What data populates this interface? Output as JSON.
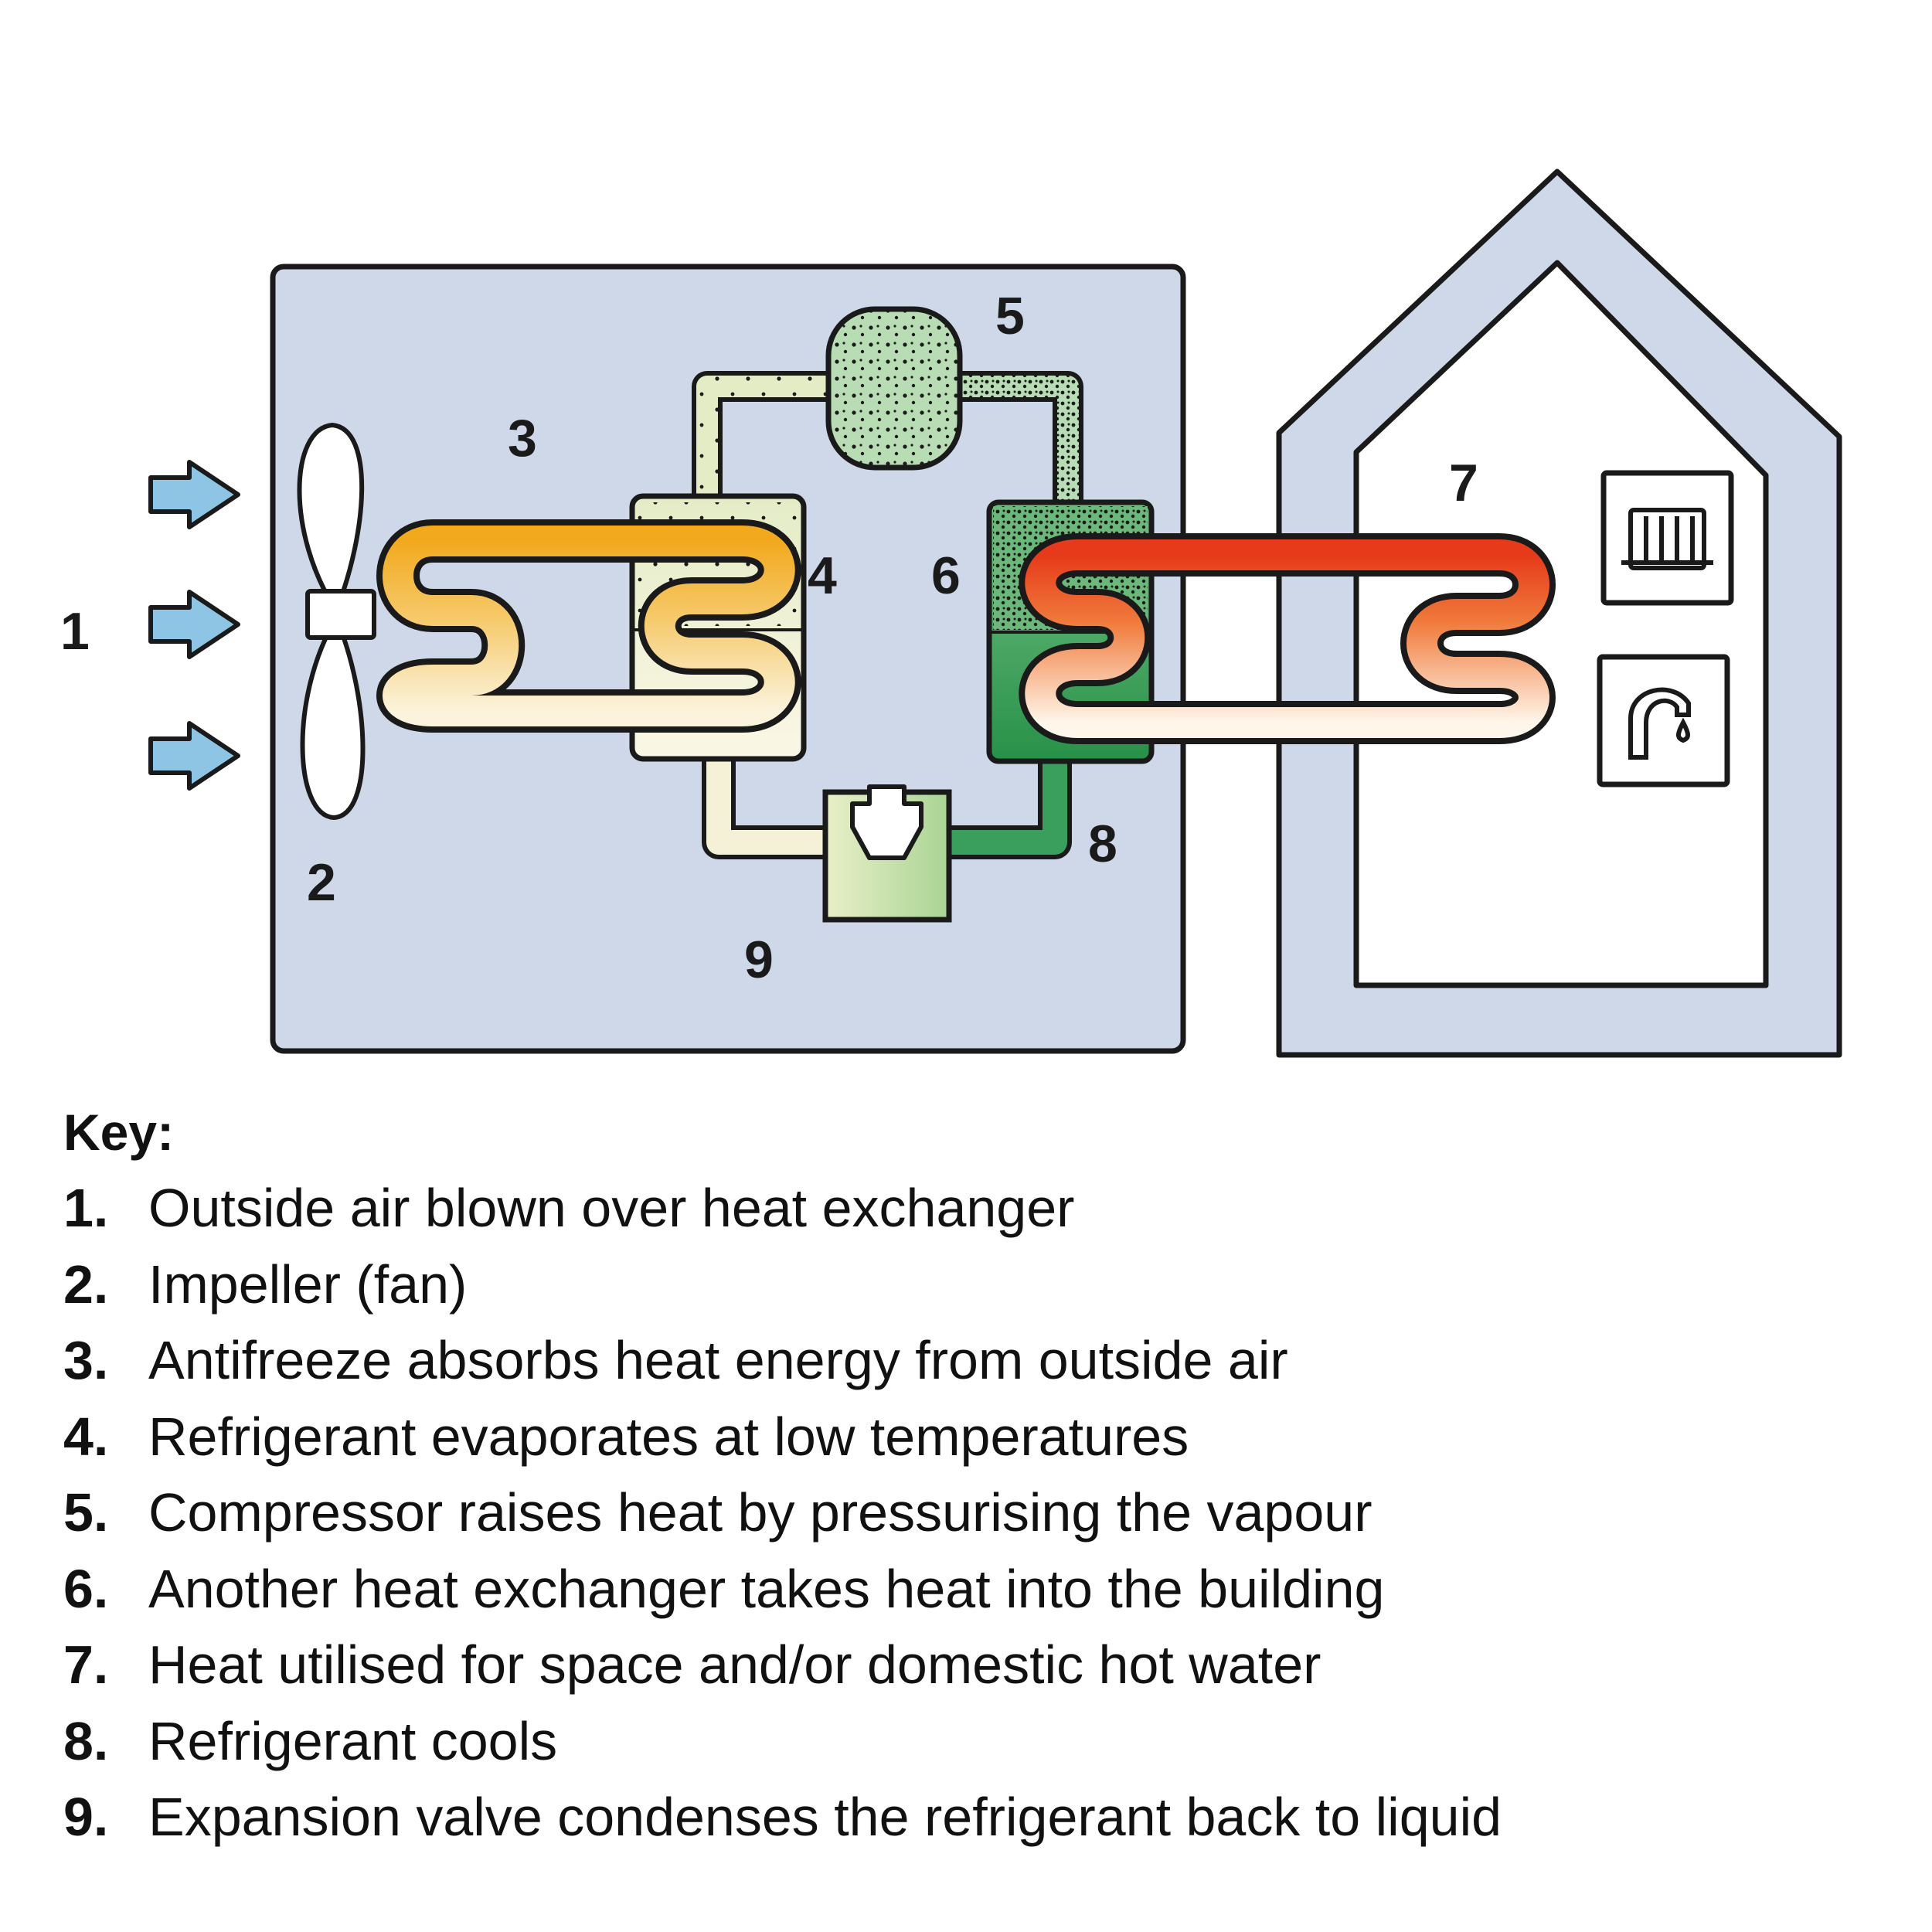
{
  "labels": {
    "l1": "1",
    "l2": "2",
    "l3": "3",
    "l4": "4",
    "l5": "5",
    "l6": "6",
    "l7": "7",
    "l8": "8",
    "l9": "9"
  },
  "icons": {
    "radiator": "radiator-icon",
    "tap": "tap-icon",
    "fan": "fan-icon",
    "air_arrow": "arrow-right-icon"
  },
  "colors": {
    "unit_fill": "#cfd8e8",
    "outline": "#1a1a1a",
    "air_arrow": "#8ec4e4",
    "loop_warm": "#f2b234",
    "loop_hot": "#e6401d",
    "refrigerant_green": "#3a9e5c",
    "compressor_fill": "#b8dcb4"
  },
  "key": {
    "title": "Key:",
    "items": [
      {
        "num": "1.",
        "text": "Outside air blown over heat exchanger"
      },
      {
        "num": "2.",
        "text": "Impeller (fan)"
      },
      {
        "num": "3.",
        "text": "Antifreeze absorbs heat energy from outside air"
      },
      {
        "num": "4.",
        "text": "Refrigerant evaporates at low temperatures"
      },
      {
        "num": "5.",
        "text": "Compressor raises heat by pressurising the vapour"
      },
      {
        "num": "6.",
        "text": "Another heat exchanger takes heat into the building"
      },
      {
        "num": "7.",
        "text": "Heat utilised for space and/or domestic hot water"
      },
      {
        "num": "8.",
        "text": "Refrigerant cools"
      },
      {
        "num": "9.",
        "text": "Expansion valve condenses the refrigerant back to liquid"
      }
    ]
  }
}
